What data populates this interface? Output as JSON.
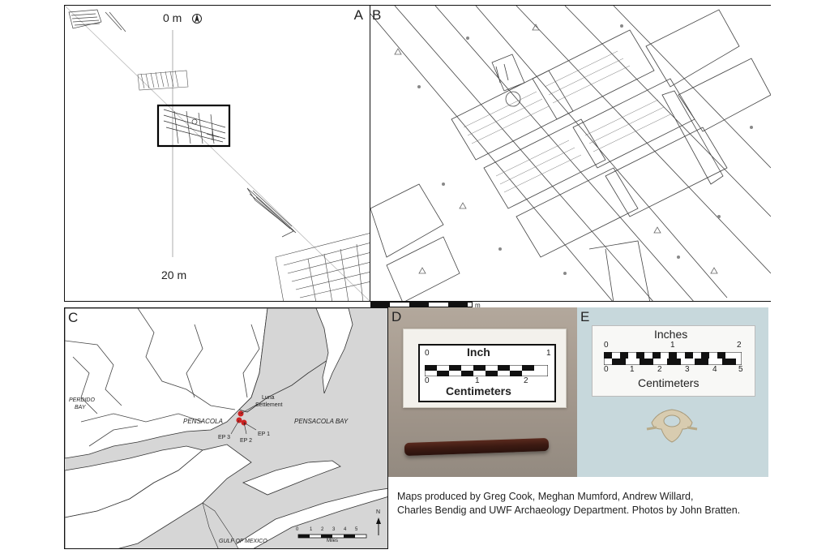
{
  "panels": {
    "a": {
      "label": "A",
      "scale_top": "0 m",
      "scale_bottom": "20 m"
    },
    "b": {
      "label": "B",
      "scale_unit": "m"
    },
    "c": {
      "label": "C",
      "places": {
        "perdido_bay_1": "PERDIDO",
        "perdido_bay_2": "BAY",
        "pensacola": "PENSACOLA",
        "pensacola_bay": "PENSACOLA BAY",
        "luna_1": "Luna",
        "luna_2": "Settlement",
        "ep1": "EP 1",
        "ep2": "EP 2",
        "ep3": "EP 3",
        "gulf": "GULF OF MEXICO"
      },
      "north": "N",
      "scale_ticks": [
        "0",
        "1",
        "2",
        "3",
        "4",
        "5"
      ],
      "scale_unit": "Miles"
    },
    "d": {
      "label": "D",
      "top_unit": "Inch",
      "top_ticks": [
        "0",
        "1"
      ],
      "bottom_ticks": [
        "0",
        "1",
        "2"
      ],
      "bottom_unit": "Centimeters"
    },
    "e": {
      "label": "E",
      "top_unit": "Inches",
      "top_ticks": [
        "0",
        "1",
        "2"
      ],
      "bottom_ticks": [
        "0",
        "1",
        "2",
        "3",
        "4",
        "5"
      ],
      "bottom_unit": "Centimeters"
    }
  },
  "caption": {
    "line1": "Maps produced by Greg Cook, Meghan Mumford, Andrew Willard,",
    "line2": "Charles Bendig and UWF Archaeology Department. Photos by John Bratten."
  },
  "colors": {
    "site_marker": "#cc2222",
    "land": "#ffffff",
    "water": "#d6d6d6",
    "photo_d_bg": "#a89c90",
    "photo_e_bg": "#c7d8dc"
  }
}
